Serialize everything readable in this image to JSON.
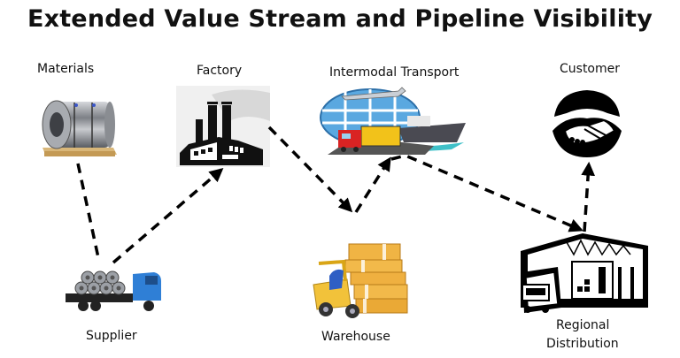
{
  "title": "Extended Value Stream and Pipeline Visibility",
  "nodes": [
    {
      "id": "materials",
      "label": "Materials",
      "icon": "steel-coil-icon"
    },
    {
      "id": "factory",
      "label": "Factory",
      "icon": "factory-icon"
    },
    {
      "id": "intermodal",
      "label": "Intermodal Transport",
      "icon": "intermodal-transport-icon"
    },
    {
      "id": "customer",
      "label": "Customer",
      "icon": "handshake-icon"
    },
    {
      "id": "supplier",
      "label": "Supplier",
      "icon": "truck-icon"
    },
    {
      "id": "warehouse",
      "label": "Warehouse",
      "icon": "forklift-boxes-icon"
    },
    {
      "id": "regional",
      "label_line1": "Regional",
      "label_line2": "Distribution",
      "icon": "distribution-center-icon"
    }
  ],
  "flow": [
    {
      "from": "materials",
      "to": "supplier"
    },
    {
      "from": "supplier",
      "to": "factory"
    },
    {
      "from": "factory",
      "to": "warehouse"
    },
    {
      "from": "warehouse",
      "to": "intermodal"
    },
    {
      "from": "intermodal",
      "to": "regional"
    },
    {
      "from": "regional",
      "to": "customer"
    }
  ]
}
